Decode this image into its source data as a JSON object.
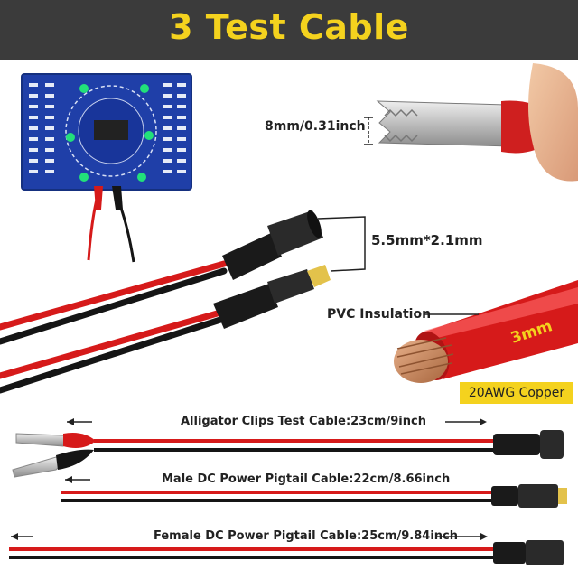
{
  "banner": {
    "title": "3 Test Cable",
    "background": "#3b3b3b",
    "title_color": "#f4d21e"
  },
  "annotations": {
    "clip_size": "8mm/0.31inch",
    "dc_size": "5.5mm*2.1mm",
    "insulation": "PVC Insulation",
    "wire_diameter": "3mm",
    "copper": "20AWG Copper"
  },
  "cables": [
    {
      "label": "Alligator Clips Test Cable:23cm/9inch"
    },
    {
      "label": "Male DC Power Pigtail Cable:22cm/8.66inch"
    },
    {
      "label": "Female DC Power Pigtail Cable:25cm/9.84inch"
    }
  ],
  "colors": {
    "wire_red": "#d61a1a",
    "wire_black": "#151515",
    "pcb_blue": "#1f3fa8",
    "led_green": "#22e07a",
    "copper": "#c98a5e",
    "accent_yellow": "#f4d21e"
  }
}
